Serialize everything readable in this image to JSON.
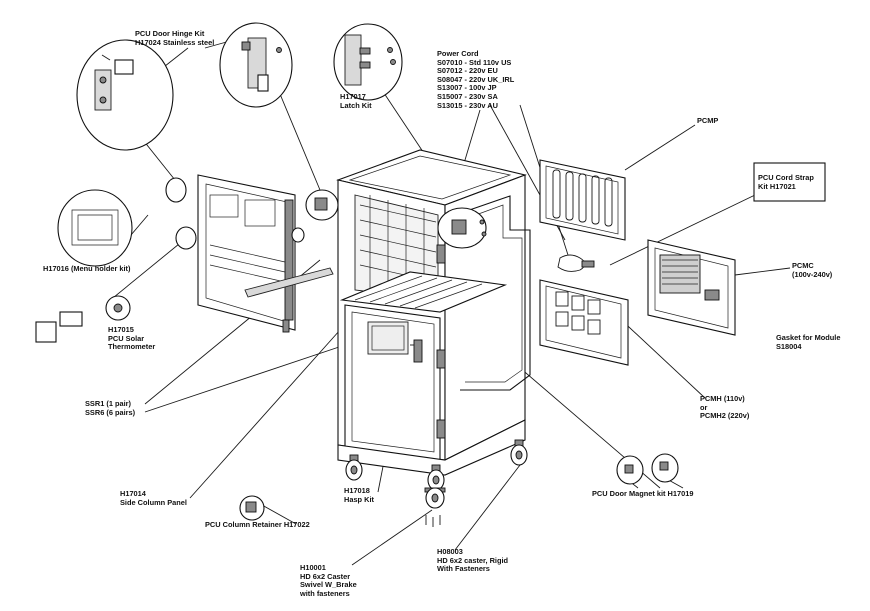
{
  "labels": {
    "hinge": [
      "PCU Door Hinge Kit",
      "H17024 Stainless steel"
    ],
    "latch": [
      "H17017",
      "Latch Kit"
    ],
    "power_cord": [
      "Power Cord",
      "S07010 - Std 110v US",
      "S07012 - 220v EU",
      "S08047 - 220v UK_IRL",
      "S13007 - 100v JP",
      "S15007 - 230v SA",
      "S13015 - 230v AU"
    ],
    "pcmp": [
      "PCMP"
    ],
    "cord_strap": [
      "PCU Cord Strap",
      "Kit H17021"
    ],
    "pcmc": [
      "PCMC",
      "(100v-240v)"
    ],
    "gasket": [
      "Gasket for Module",
      "S18004"
    ],
    "menu_holder": [
      "H17016  (Menu holder kit)"
    ],
    "thermometer": [
      "H17015",
      "PCU Solar",
      "Thermometer"
    ],
    "ssr": [
      "SSR1 (1 pair)",
      "SSR6 (6 pairs)"
    ],
    "pcmh": [
      "PCMH (110v)",
      "or",
      "PCMH2 (220v)"
    ],
    "side_panel": [
      "H17014",
      "Side Column Panel"
    ],
    "hasp": [
      "H17018",
      "Hasp Kit"
    ],
    "column_retainer": [
      "PCU Column Retainer H17022"
    ],
    "door_magnet": [
      "PCU Door Magnet kit H17019"
    ],
    "caster_swivel": [
      "H10001",
      "HD 6x2 Caster",
      "Swivel W_Brake",
      "with fasteners"
    ],
    "caster_rigid": [
      "H08003",
      "HD 6x2 caster, Rigid",
      "With Fasteners"
    ]
  }
}
